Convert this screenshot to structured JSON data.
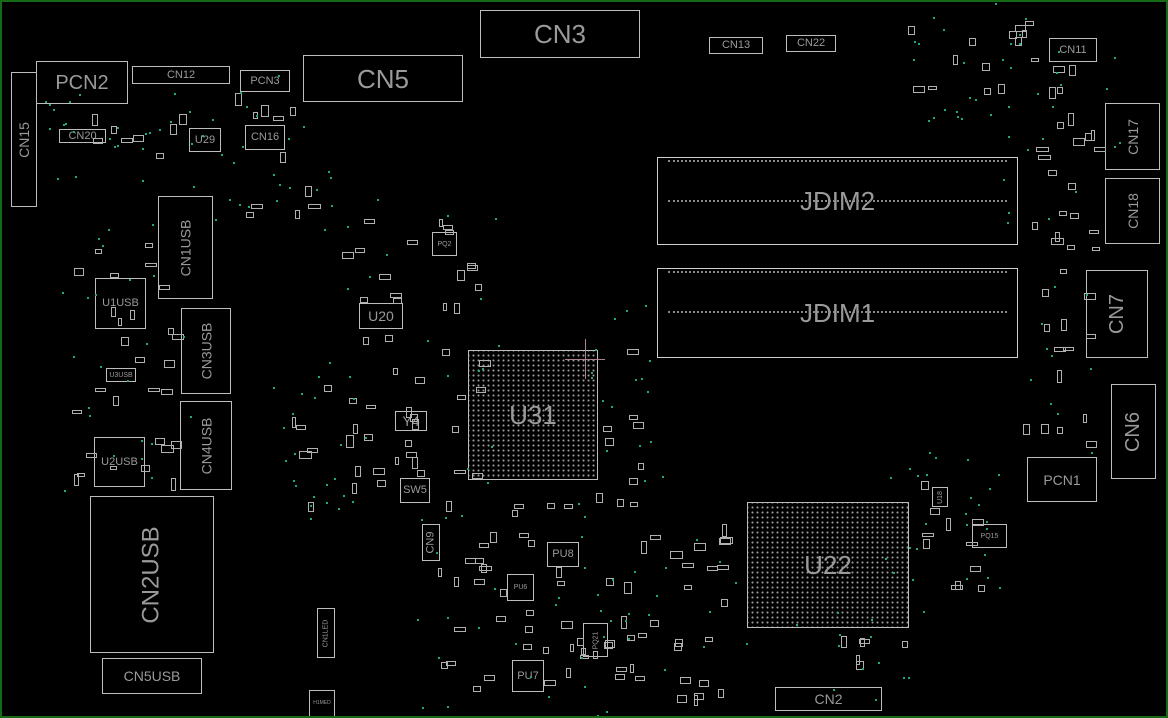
{
  "board": {
    "components": {
      "CN15": "CN15",
      "PCN2": "PCN2",
      "CN12": "CN12",
      "PCN3": "PCN3",
      "CN5": "CN5",
      "CN3": "CN3",
      "CN13": "CN13",
      "CN22": "CN22",
      "CN11": "CN11",
      "CN20": "CN20",
      "U29": "U29",
      "CN16": "CN16",
      "CN17": "CN17",
      "CN18": "CN18",
      "JDIM2": "JDIM2",
      "JDIM1": "JDIM1",
      "CN7": "CN7",
      "CN6": "CN6",
      "PCN1": "PCN1",
      "CN1USB": "CN1USB",
      "U1USB": "U1USB",
      "CN3USB": "CN3USB",
      "U3USB": "U3USB",
      "CN4USB": "CN4USB",
      "U2USB": "U2USB",
      "CN2USB": "CN2USB",
      "CN5USB": "CN5USB",
      "U20": "U20",
      "PQ2": "PQ2",
      "Y4": "Y4",
      "SW5": "SW5",
      "U31": "U31",
      "CN9": "CN9",
      "PU8": "PU8",
      "PU6": "PU6",
      "PQ21": "PQ21",
      "PU7": "PU7",
      "CN1LED": "CN1LED",
      "H1MED": "H1MED",
      "U22": "U22",
      "PQ15": "PQ15",
      "U18": "U18",
      "CN2": "CN2"
    }
  }
}
